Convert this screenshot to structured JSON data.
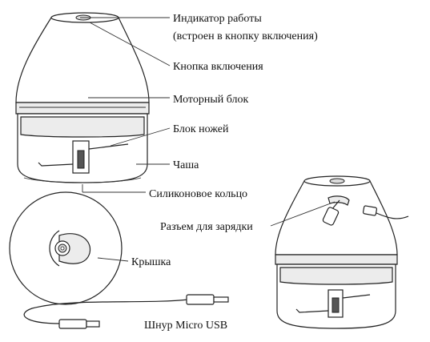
{
  "labels": {
    "indicator_line1": "Индикатор работы",
    "indicator_line2": "(встроен в кнопку включения)",
    "power_button": "Кнопка включения",
    "motor_unit": "Моторный блок",
    "blade_unit": "Блок ножей",
    "bowl": "Чаша",
    "silicone_ring": "Силиконовое кольцо",
    "charging_port": "Разъем для зарядки",
    "lid": "Крышка",
    "cable": "Шнур Micro USB"
  },
  "icons": [
    "chopper-device-icon",
    "lid-icon",
    "micro-usb-cable-icon",
    "charging-device-icon"
  ]
}
